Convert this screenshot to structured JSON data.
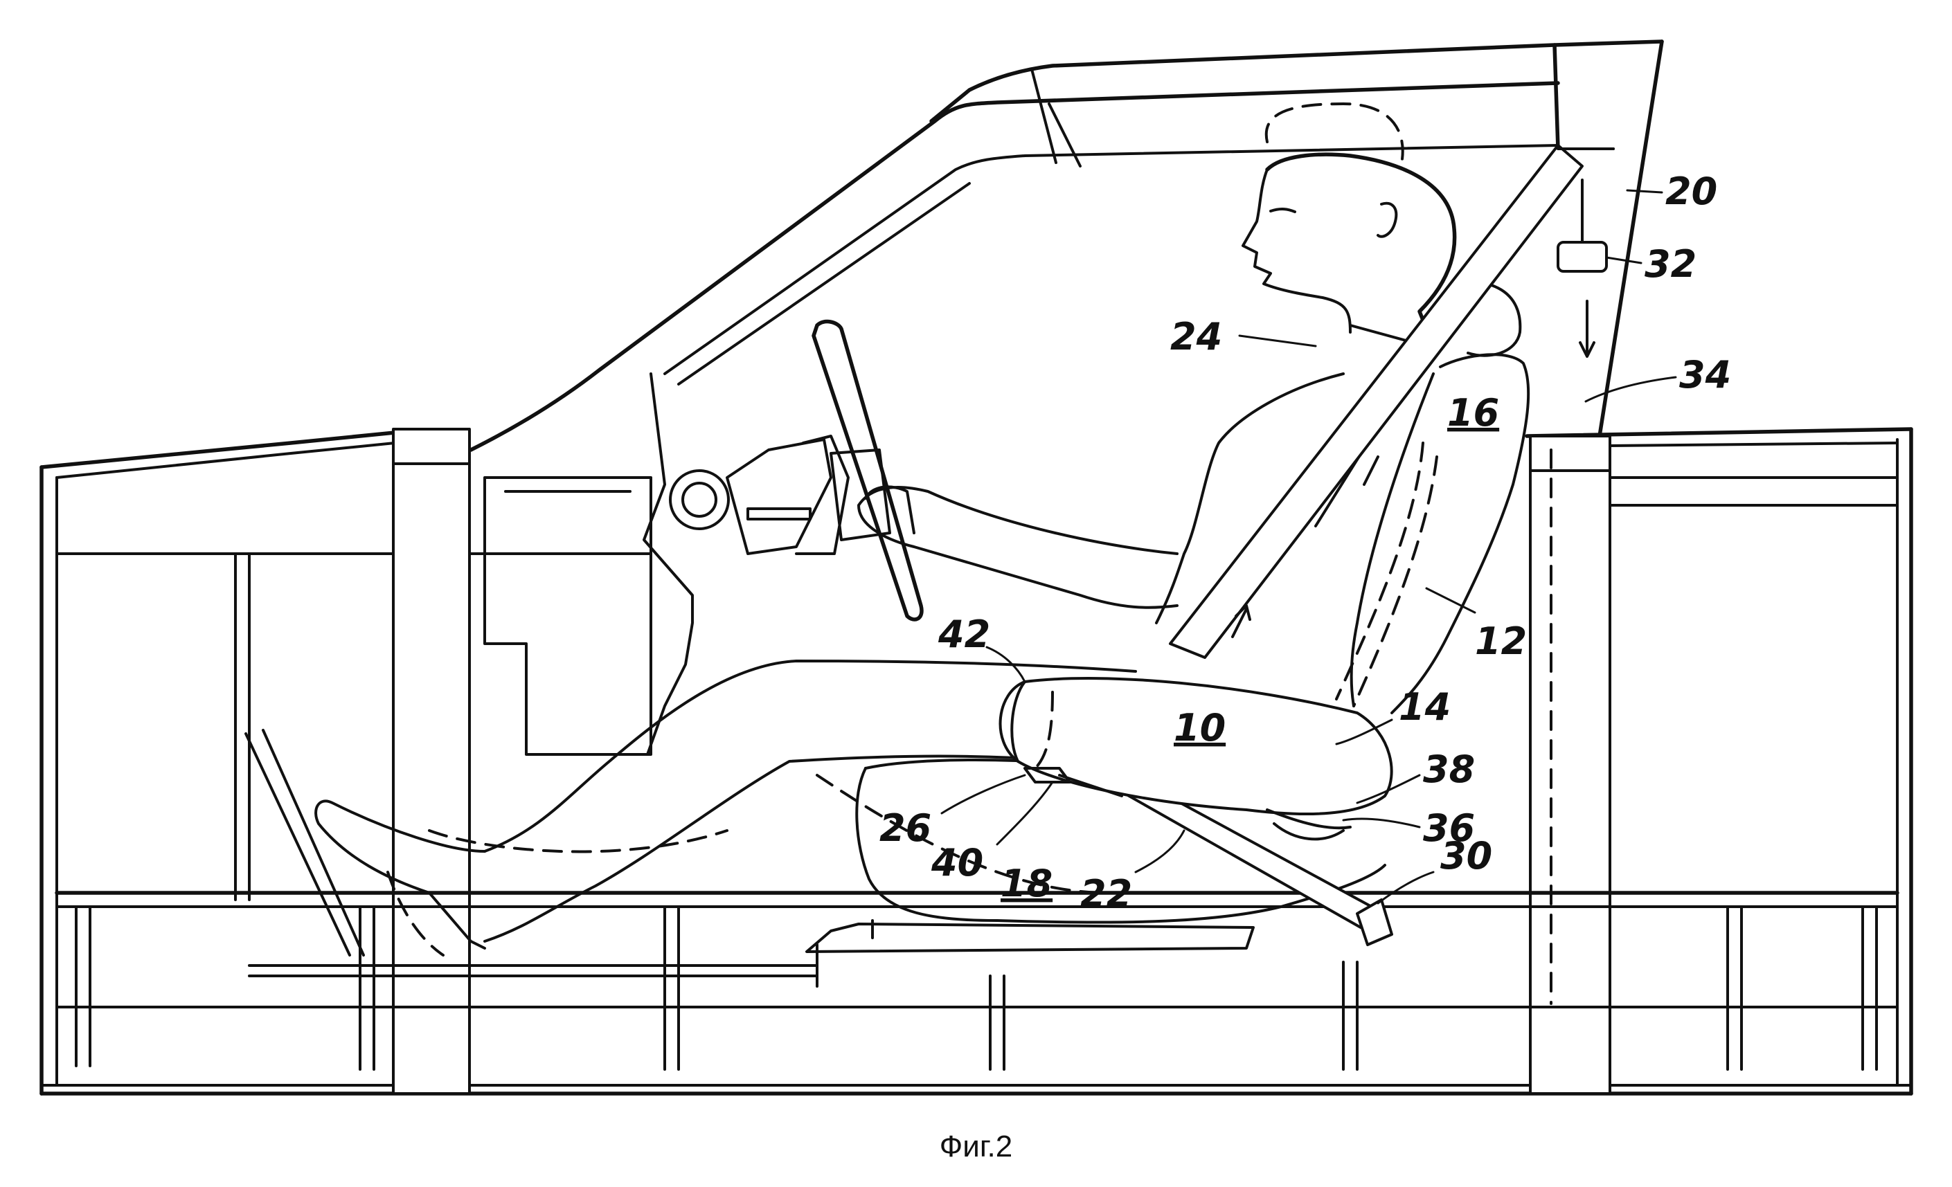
{
  "figure": {
    "caption": "Фиг.2",
    "labels": {
      "l20": "20",
      "l32": "32",
      "l34": "34",
      "l24": "24",
      "l16": "16",
      "l12": "12",
      "l42": "42",
      "l10": "10",
      "l14": "14",
      "l38": "38",
      "l36": "36",
      "l26": "26",
      "l40": "40",
      "l18": "18",
      "l22": "22",
      "l30": "30"
    }
  }
}
